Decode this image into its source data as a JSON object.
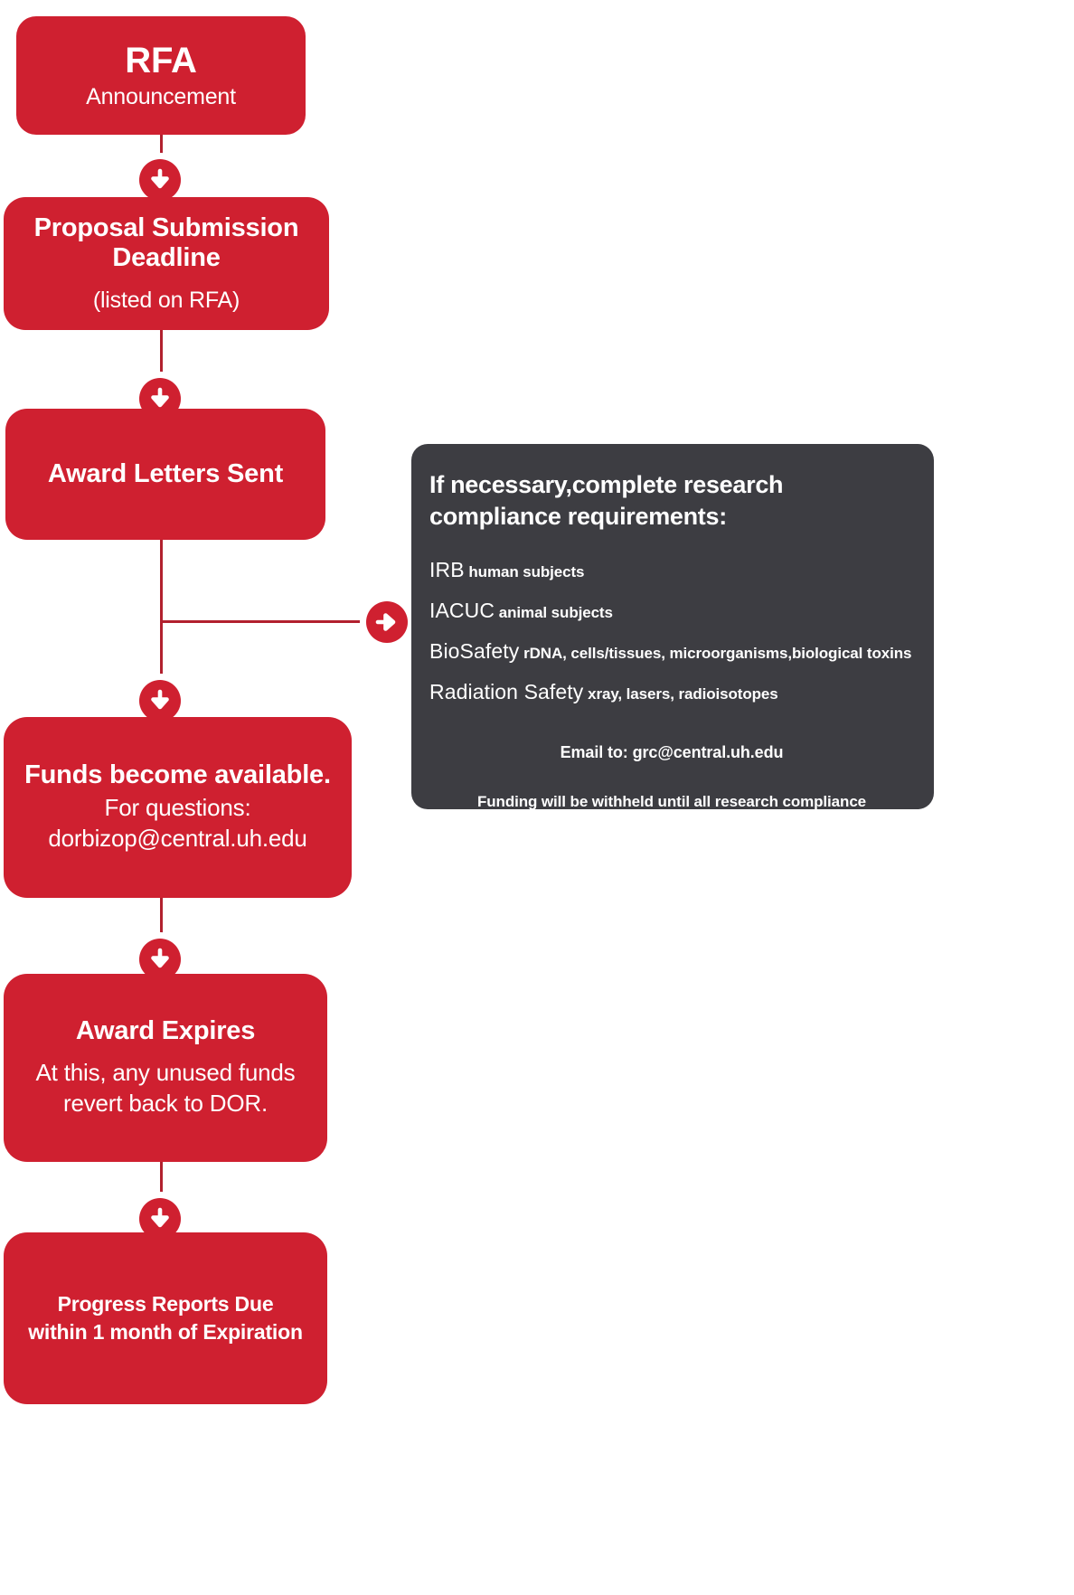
{
  "theme": {
    "red": "#cf2030",
    "line_red": "#b2202e",
    "panel_dark": "#3d3d42",
    "text_light": "#ffffff",
    "background": "#ffffff"
  },
  "flow": {
    "nodes": [
      {
        "id": "rfa",
        "title": "RFA",
        "subtitle": "Announcement"
      },
      {
        "id": "proposal",
        "title": "Proposal Submission Deadline",
        "subtitle": "(listed on RFA)"
      },
      {
        "id": "award-letters",
        "title": "Award Letters Sent",
        "subtitle": ""
      },
      {
        "id": "funds",
        "title": "Funds become available.",
        "subtitle": "For questions:\ndorbizop@central.uh.edu"
      },
      {
        "id": "award-expires",
        "title": "Award Expires",
        "subtitle": "At this, any unused funds revert back to DOR."
      },
      {
        "id": "progress-reports",
        "title": "Progress Reports Due within 1 month of Expiration",
        "subtitle": ""
      }
    ],
    "arrows": [
      {
        "id": "arrow-rfa-to-proposal",
        "icon": "arrow-down-icon"
      },
      {
        "id": "arrow-proposal-to-award",
        "icon": "arrow-down-icon"
      },
      {
        "id": "arrow-award-to-panel",
        "icon": "arrow-right-icon"
      },
      {
        "id": "arrow-award-to-funds",
        "icon": "arrow-down-icon"
      },
      {
        "id": "arrow-funds-to-expires",
        "icon": "arrow-down-icon"
      },
      {
        "id": "arrow-expires-to-progress",
        "icon": "arrow-down-icon"
      }
    ]
  },
  "compliance_panel": {
    "title": "If necessary,complete research compliance requirements:",
    "requirements": [
      {
        "name": "IRB",
        "description": "human subjects"
      },
      {
        "name": "IACUC",
        "description": "animal subjects"
      },
      {
        "name": "BioSafety",
        "description": "rDNA, cells/tissues, microorganisms,biological toxins"
      },
      {
        "name": "Radiation Safety",
        "description": "xray, lasers, radioisotopes"
      }
    ],
    "email_line": "Email to: grc@central.uh.edu",
    "note": "Funding will be withheld until all research compliance requirements have been met."
  }
}
